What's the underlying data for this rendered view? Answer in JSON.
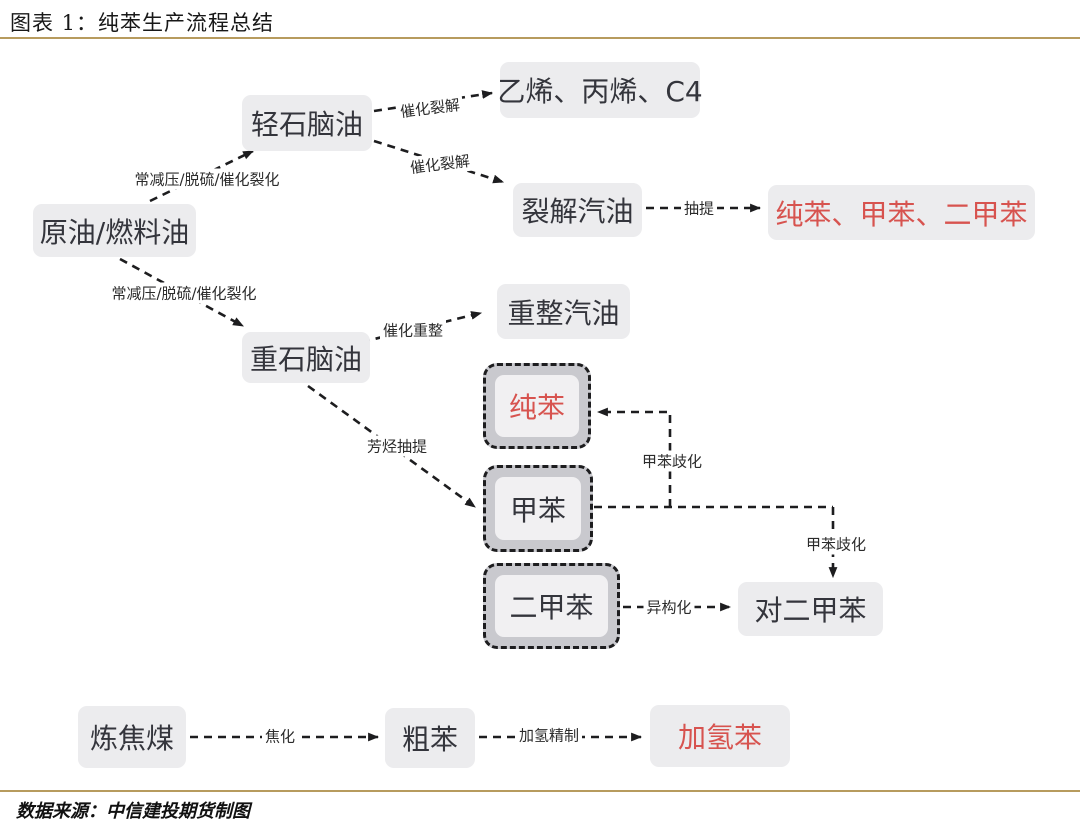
{
  "header": {
    "title": "图表 1：纯苯生产流程总结"
  },
  "footer": {
    "source": "数据来源：中信建投期货制图"
  },
  "colors": {
    "accent_rule": "#b79b5e",
    "node_fill": "#ececee",
    "node_text": "#34353c",
    "highlight_text": "#d7534f",
    "dashed_node_outer_fill": "#c9c9ce",
    "dashed_node_inner_fill": "#f1f0f2",
    "wire": "#1d1d1f"
  },
  "nodes": [
    {
      "id": "light-naphtha",
      "label": "轻石脑油"
    },
    {
      "id": "crude-oil",
      "label": "原油/燃料油"
    },
    {
      "id": "olefins",
      "label": "乙烯、丙烯、C4"
    },
    {
      "id": "cracked-gasoline",
      "label": "裂解汽油"
    },
    {
      "id": "extraction-products",
      "label": "纯苯、甲苯、二甲苯",
      "highlight": true
    },
    {
      "id": "reformed-gasoline",
      "label": "重整汽油"
    },
    {
      "id": "heavy-naphtha",
      "label": "重石脑油"
    },
    {
      "id": "benzene",
      "label": "纯苯",
      "highlight": true
    },
    {
      "id": "toluene",
      "label": "甲苯"
    },
    {
      "id": "xylene",
      "label": "二甲苯"
    },
    {
      "id": "para-xylene",
      "label": "对二甲苯"
    },
    {
      "id": "coking-coal",
      "label": "炼焦煤"
    },
    {
      "id": "crude-benzene",
      "label": "粗苯"
    },
    {
      "id": "hydro-benzene",
      "label": "加氢苯",
      "highlight": true
    }
  ],
  "edge_labels": [
    {
      "id": "distill-1",
      "text": "常减压/脱硫/催化裂化"
    },
    {
      "id": "distill-2",
      "text": "常减压/脱硫/催化裂化"
    },
    {
      "id": "cat-cracking-1",
      "text": "催化裂解"
    },
    {
      "id": "cat-cracking-2",
      "text": "催化裂解"
    },
    {
      "id": "extraction",
      "text": "抽提"
    },
    {
      "id": "cat-reforming",
      "text": "催化重整"
    },
    {
      "id": "aromatic-extract",
      "text": "芳烃抽提"
    },
    {
      "id": "toluene-disprop-1",
      "text": "甲苯歧化"
    },
    {
      "id": "toluene-disprop-2",
      "text": "甲苯歧化"
    },
    {
      "id": "isomerization",
      "text": "异构化"
    },
    {
      "id": "coking",
      "text": "焦化"
    },
    {
      "id": "hydro-refining",
      "text": "加氢精制"
    }
  ]
}
